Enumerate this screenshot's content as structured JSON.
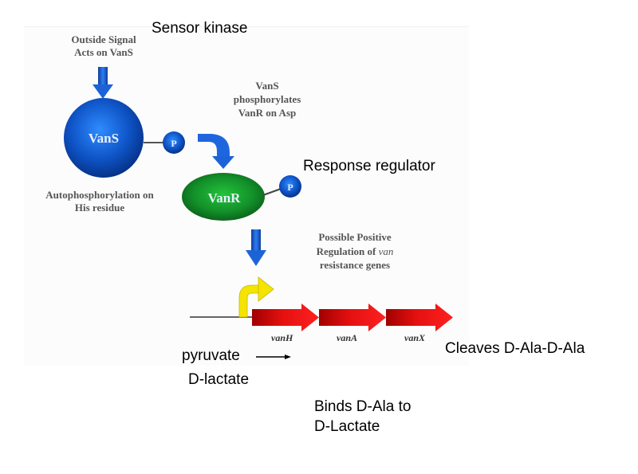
{
  "labels": {
    "sensor_kinase": "Sensor kinase",
    "outside_signal": [
      "Outside Signal",
      "Acts on VanS"
    ],
    "vans_phosphorylates": [
      "VanS",
      "phosphorylates",
      "VanR on Asp"
    ],
    "response_regulator": "Response regulator",
    "autophosphorylation": [
      "Autophosphorylation on",
      "His residue"
    ],
    "possible_regulation": {
      "line1": "Possible Positive",
      "line2_prefix": "Regulation of ",
      "line2_italic": "van",
      "line3": "resistance genes"
    },
    "pyruvate": "pyruvate",
    "d_lactate": "D-lactate",
    "cleaves": "Cleaves D-Ala-D-Ala",
    "binds": [
      "Binds D-Ala to",
      "D-Lactate"
    ]
  },
  "nodes": {
    "vans": {
      "label": "VanS",
      "color": "#1155cc"
    },
    "vanr": {
      "label": "VanR",
      "color": "#1a8a1a"
    },
    "phosphate": {
      "label": "P",
      "color": "#1155cc"
    }
  },
  "genes": [
    {
      "label": "vanH"
    },
    {
      "label": "vanA"
    },
    {
      "label": "vanX"
    }
  ],
  "colors": {
    "blue_arrow": "#1a5fd0",
    "gene_red": "#e01010",
    "promoter_yellow": "#f5e400",
    "text_gray": "#555555"
  }
}
